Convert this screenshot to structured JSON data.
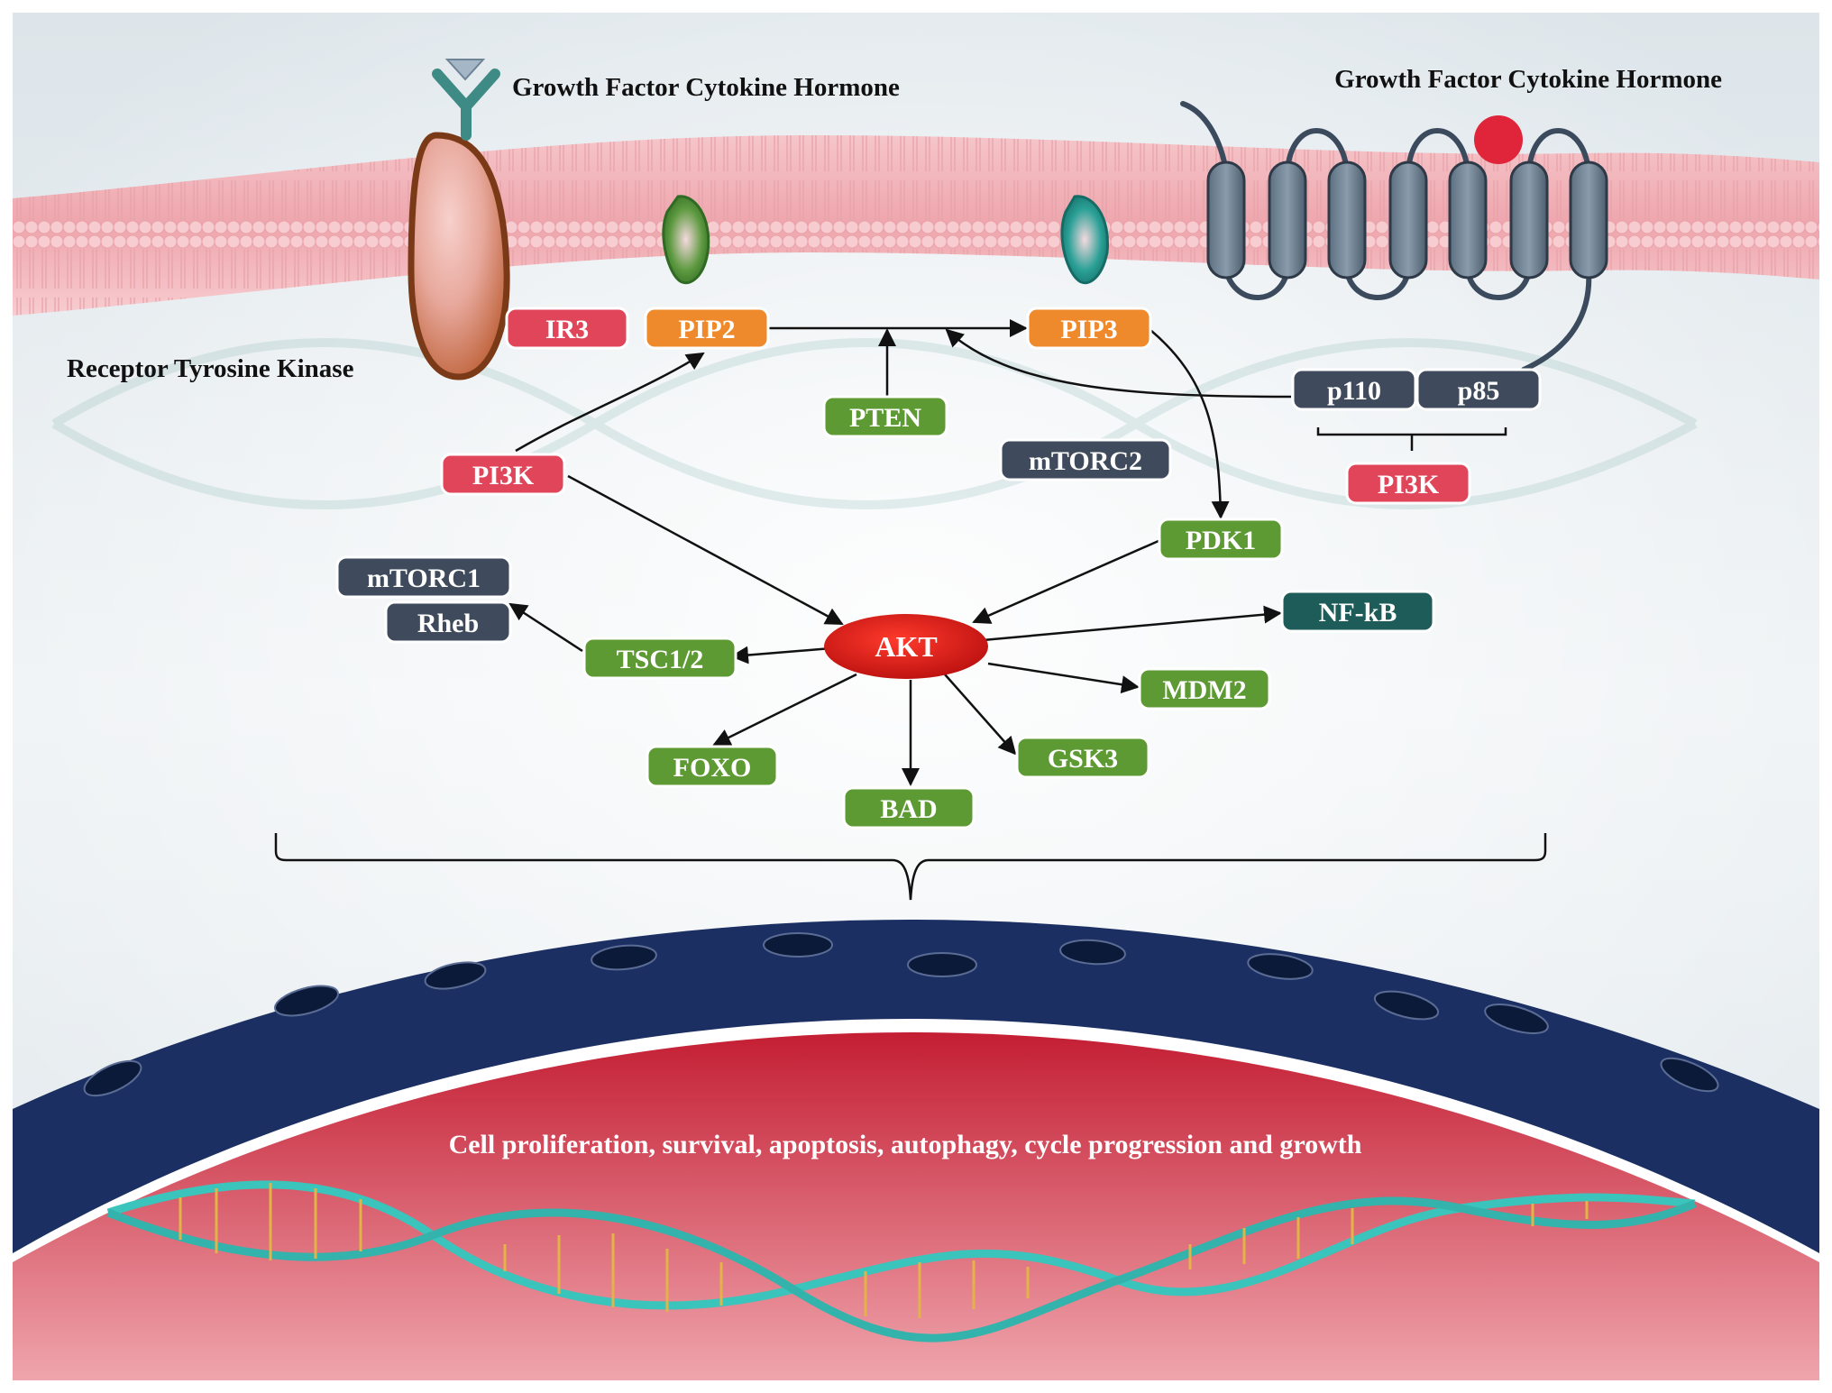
{
  "labels": {
    "growth_factor_left": "Growth Factor Cytokine Hormone",
    "growth_factor_right": "Growth Factor Cytokine Hormone",
    "receptor_tyrosine_kinase": "Receptor Tyrosine Kinase",
    "outcome": "Cell proliferation, survival, apoptosis, autophagy, cycle progression and growth"
  },
  "nodes": {
    "ir3": "IR3",
    "pip2": "PIP2",
    "pip3": "PIP3",
    "pten": "PTEN",
    "pi3k_left": "PI3K",
    "mtorc2": "mTORC2",
    "p110": "p110",
    "p85": "p85",
    "pi3k_right": "PI3K",
    "pdk1": "PDK1",
    "mtorc1": "mTORC1",
    "rheb": "Rheb",
    "tsc12": "TSC1/2",
    "akt": "AKT",
    "nfkb": "NF-kB",
    "mdm2": "MDM2",
    "gsk3": "GSK3",
    "foxo": "FOXO",
    "bad": "BAD"
  },
  "colors": {
    "red_node": "#e0455a",
    "orange_node": "#ef8a2c",
    "green_node": "#5e9a33",
    "slate_node": "#3f4b5c",
    "teal_node": "#1d5c59",
    "akt": "#d01414",
    "nucleus_envelope": "#1b2f63",
    "nucleus_interior": "#d23645",
    "membrane": "#f2b8bd"
  }
}
